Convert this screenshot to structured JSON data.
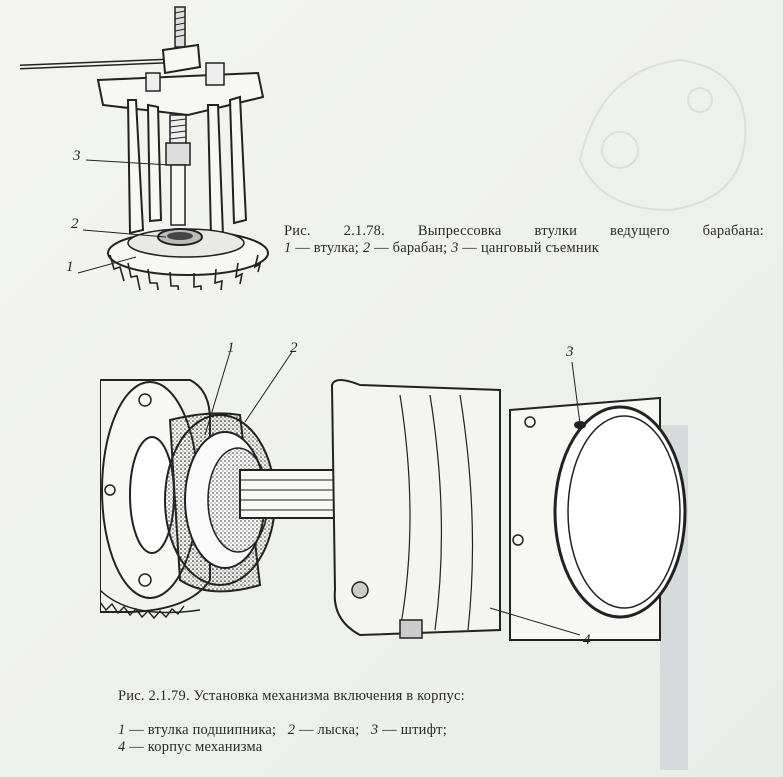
{
  "figure_2_1_78": {
    "caption_title": "Рис. 2.1.78. Выпрессовка втулки ведущего барабана:",
    "legend": [
      {
        "num": "1",
        "text": " — втулка; "
      },
      {
        "num": "2",
        "text": " — барабан; "
      },
      {
        "num": "3",
        "text": " — цанговый съемник"
      }
    ],
    "callouts": [
      "1",
      "2",
      "3"
    ]
  },
  "figure_2_1_79": {
    "caption_title": "Рис. 2.1.79. Установка механизма включения в корпус:",
    "legend_line1": [
      {
        "num": "1",
        "text": " — втулка подшипника;   "
      },
      {
        "num": "2",
        "text": " — лыска;   "
      },
      {
        "num": "3",
        "text": " — штифт;"
      }
    ],
    "legend_line2": [
      {
        "num": "4",
        "text": " — корпус механизма"
      }
    ],
    "callouts": [
      "1",
      "2",
      "3",
      "4"
    ]
  }
}
